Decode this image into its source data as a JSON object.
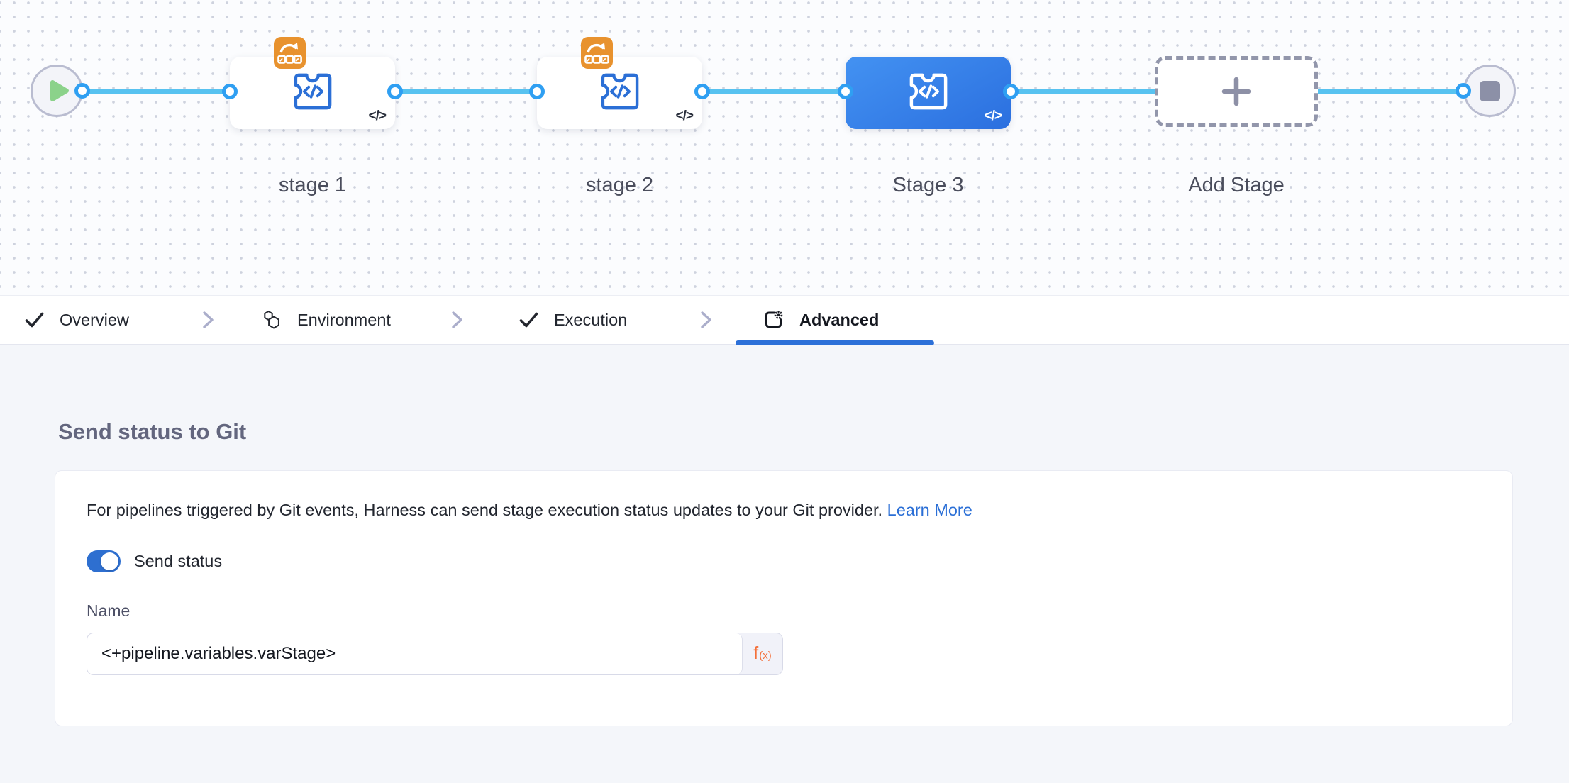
{
  "pipeline": {
    "stages": [
      {
        "label": "stage 1",
        "selected": false,
        "has_looping_badge": true
      },
      {
        "label": "stage 2",
        "selected": false,
        "has_looping_badge": true
      },
      {
        "label": "Stage 3",
        "selected": true,
        "has_looping_badge": false
      }
    ],
    "add_stage_label": "Add Stage",
    "code_glyph": "</>",
    "colors": {
      "connector": "#57c2f0",
      "port_ring": "#2f9ff2",
      "selected_stage": "#2b6fdf",
      "looping_badge": "#e8922e",
      "play": "#8bd28a",
      "stop": "#8c90a7"
    }
  },
  "tabs": [
    {
      "label": "Overview",
      "icon": "check-icon",
      "active": false
    },
    {
      "label": "Environment",
      "icon": "environment-icon",
      "active": false
    },
    {
      "label": "Execution",
      "icon": "check-icon",
      "active": false
    },
    {
      "label": "Advanced",
      "icon": "advanced-settings-icon",
      "active": true
    }
  ],
  "panel": {
    "heading": "Send status to Git",
    "description": "For pipelines triggered by Git events, Harness can send stage execution status updates to your Git provider.",
    "learn_more_label": "Learn More",
    "toggle_label": "Send status",
    "toggle_on": true,
    "name_label": "Name",
    "name_value": "<+pipeline.variables.varStage>",
    "expression_button": {
      "main": "f",
      "sub": "(x)"
    },
    "accent_color": "#2c70d8"
  }
}
